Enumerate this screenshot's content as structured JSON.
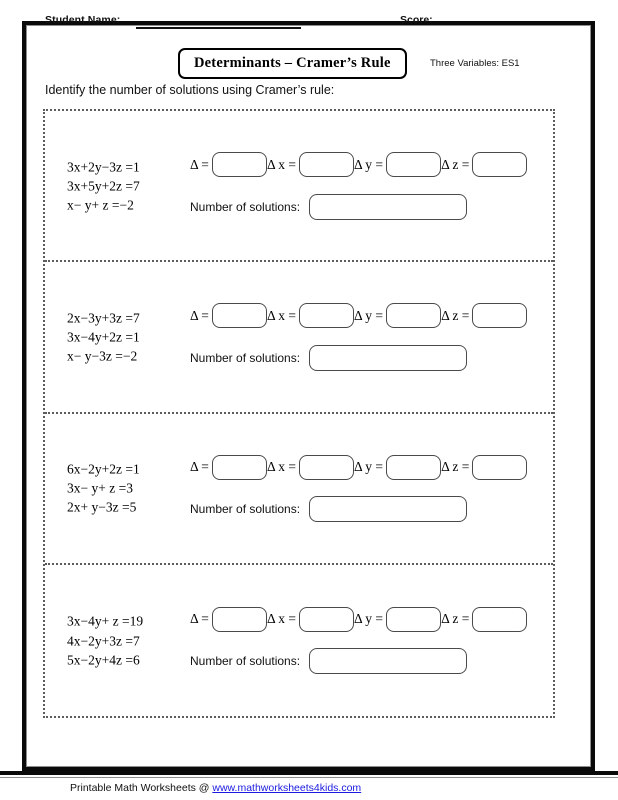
{
  "header": {
    "student_name_label": "Student Name:",
    "score_label": "Score:",
    "title": "Determinants – Cramer’s Rule",
    "sheet_code": "Three Variables: ES1",
    "instruction": "Identify the number of solutions using Cramer’s rule:"
  },
  "labels": {
    "delta": "Δ =",
    "delta_x": "Δ x =",
    "delta_y": "Δ y =",
    "delta_z": "Δ z =",
    "number_of_solutions": "Number of solutions:",
    "answer_value": ""
  },
  "problems": [
    {
      "equations": [
        "3x+2y−3z =1",
        "3x+5y+2z =7",
        "x− y+ z =−2"
      ],
      "delta": "",
      "delta_x": "",
      "delta_y": "",
      "delta_z": "",
      "solutions": ""
    },
    {
      "equations": [
        "2x−3y+3z =7",
        "3x−4y+2z =1",
        "x− y−3z =−2"
      ],
      "delta": "",
      "delta_x": "",
      "delta_y": "",
      "delta_z": "",
      "solutions": ""
    },
    {
      "equations": [
        "6x−2y+2z =1",
        "3x− y+ z =3",
        "2x+ y−3z =5"
      ],
      "delta": "",
      "delta_x": "",
      "delta_y": "",
      "delta_z": "",
      "solutions": ""
    },
    {
      "equations": [
        "3x−4y+ z =19",
        "4x−2y+3z =7",
        "5x−2y+4z =6"
      ],
      "delta": "",
      "delta_x": "",
      "delta_y": "",
      "delta_z": "",
      "solutions": ""
    }
  ],
  "footer": {
    "text": "Printable Math Worksheets @ ",
    "link": "www.mathworksheets4kids.com"
  },
  "colors": {
    "page_border": "#0a0a0a",
    "panel_border": "#5c5c5c",
    "box_border": "#4a4a4a",
    "link": "#1a1ae0",
    "text": "#111111"
  }
}
